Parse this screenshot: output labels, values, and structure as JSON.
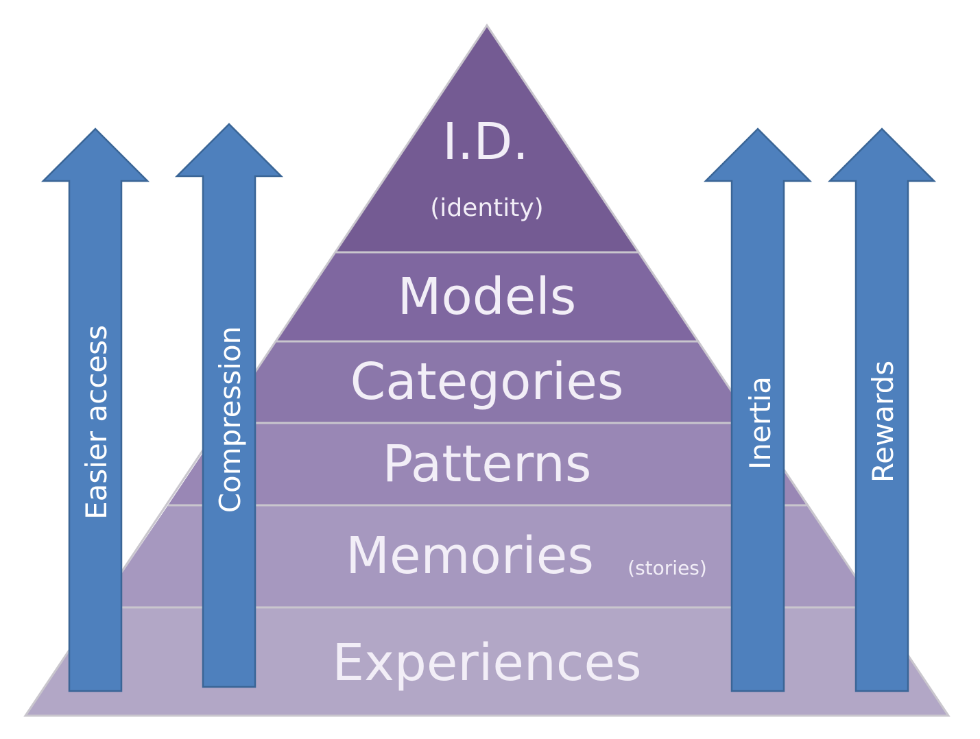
{
  "pyramid": {
    "layers": [
      {
        "id": "identity",
        "label": "I.D.",
        "sublabel": "(identity)",
        "color": "#745b93"
      },
      {
        "id": "models",
        "label": "Models",
        "sublabel": "",
        "color": "#7f67a0"
      },
      {
        "id": "categories",
        "label": "Categories",
        "sublabel": "",
        "color": "#8b77aa"
      },
      {
        "id": "patterns",
        "label": "Patterns",
        "sublabel": "",
        "color": "#9987b5"
      },
      {
        "id": "memories",
        "label": "Memories",
        "sublabel": "(stories)",
        "color": "#a698bf"
      },
      {
        "id": "experiences",
        "label": "Experiences",
        "sublabel": "",
        "color": "#b2a7c6"
      }
    ],
    "divider_color": "#c9c6cd"
  },
  "arrows": {
    "color": "#4e80bd",
    "border_color": "#3a6596",
    "items": [
      {
        "id": "easier-access",
        "label": "Easier access"
      },
      {
        "id": "compression",
        "label": "Compression"
      },
      {
        "id": "inertia",
        "label": "Inertia"
      },
      {
        "id": "rewards",
        "label": "Rewards"
      }
    ]
  }
}
